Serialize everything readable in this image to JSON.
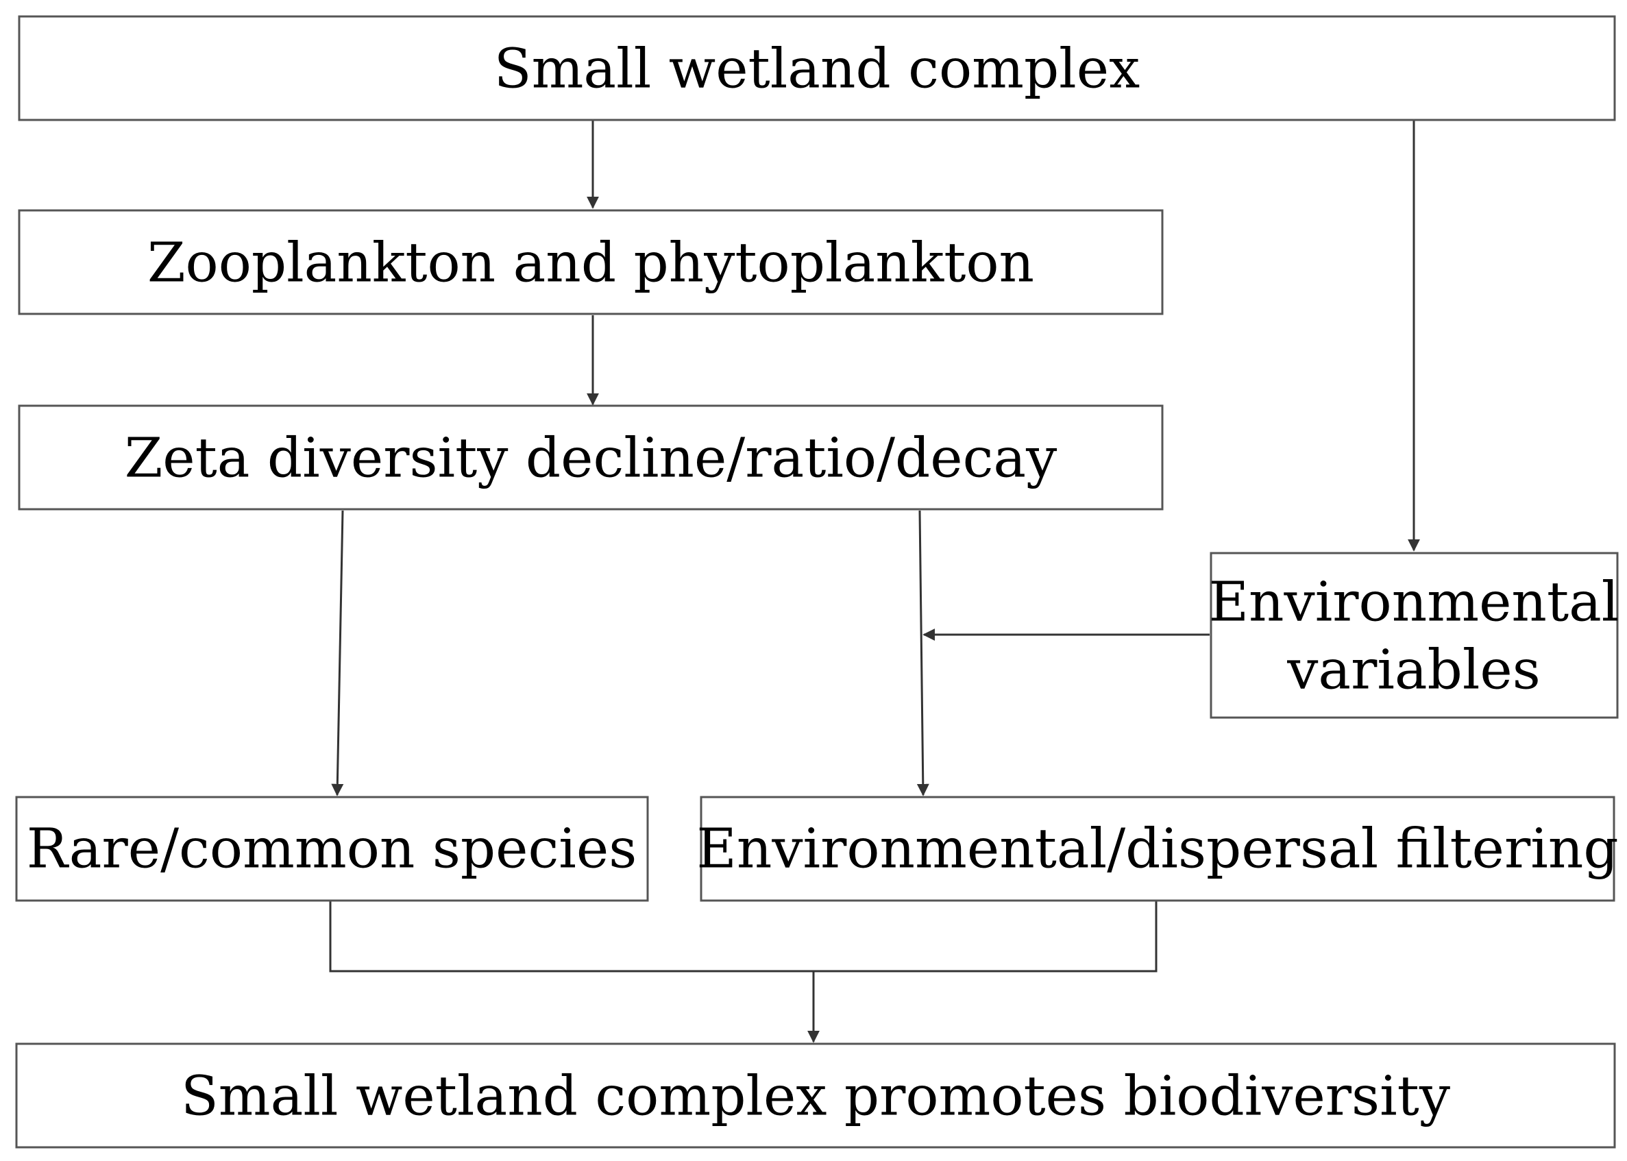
{
  "nodes": {
    "top": "Small wetland complex",
    "plankton": "Zooplankton and phytoplankton",
    "zeta": "Zeta diversity decline/ratio/decay",
    "env_line1": "Environmental",
    "env_line2": "variables",
    "rare": "Rare/common species",
    "filtering": "Environmental/dispersal filtering",
    "bottom": "Small wetland complex promotes biodiversity"
  },
  "colors": {
    "box_stroke": "#555555",
    "line": "#333333",
    "text": "#000000"
  }
}
